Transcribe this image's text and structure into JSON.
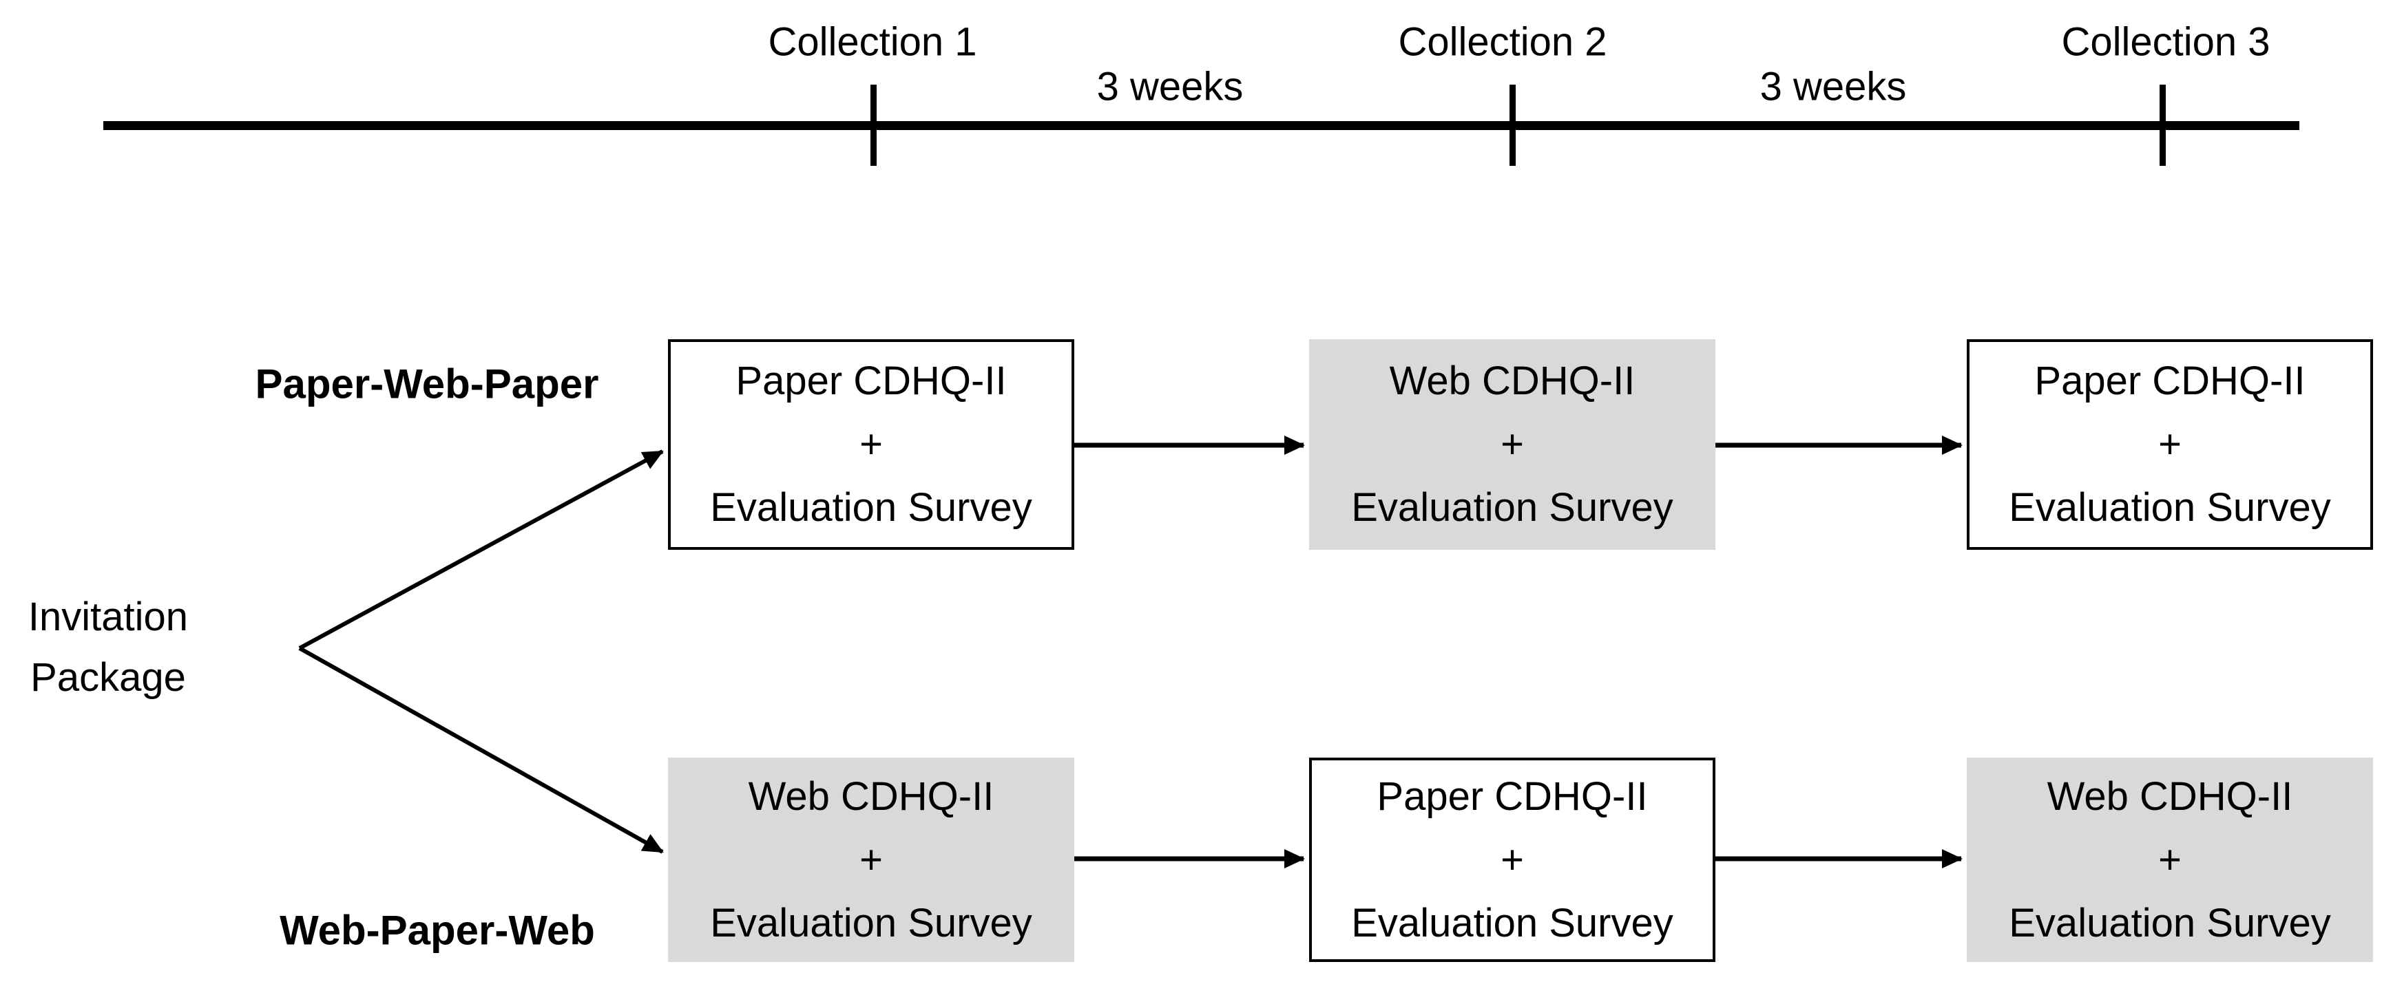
{
  "timeline": {
    "collections": [
      "Collection 1",
      "Collection 2",
      "Collection 3"
    ],
    "intervals": [
      "3 weeks",
      "3 weeks"
    ]
  },
  "source": {
    "line1": "Invitation",
    "line2": "Package"
  },
  "arms": [
    {
      "label": "Paper-Web-Paper",
      "boxes": [
        {
          "instrument": "Paper CDHQ-II",
          "plus": "+",
          "survey": "Evaluation Survey",
          "variant": "paper"
        },
        {
          "instrument": "Web CDHQ-II",
          "plus": "+",
          "survey": "Evaluation Survey",
          "variant": "web"
        },
        {
          "instrument": "Paper CDHQ-II",
          "plus": "+",
          "survey": "Evaluation Survey",
          "variant": "paper"
        }
      ]
    },
    {
      "label": "Web-Paper-Web",
      "boxes": [
        {
          "instrument": "Web CDHQ-II",
          "plus": "+",
          "survey": "Evaluation Survey",
          "variant": "web"
        },
        {
          "instrument": "Paper CDHQ-II",
          "plus": "+",
          "survey": "Evaluation Survey",
          "variant": "paper"
        },
        {
          "instrument": "Web CDHQ-II",
          "plus": "+",
          "survey": "Evaluation Survey",
          "variant": "web"
        }
      ]
    }
  ],
  "colors": {
    "paper_box_fill": "#ffffff",
    "paper_box_border": "#000000",
    "web_box_fill": "#d9d9d9",
    "line": "#000000",
    "text": "#000000",
    "background": "#ffffff"
  }
}
